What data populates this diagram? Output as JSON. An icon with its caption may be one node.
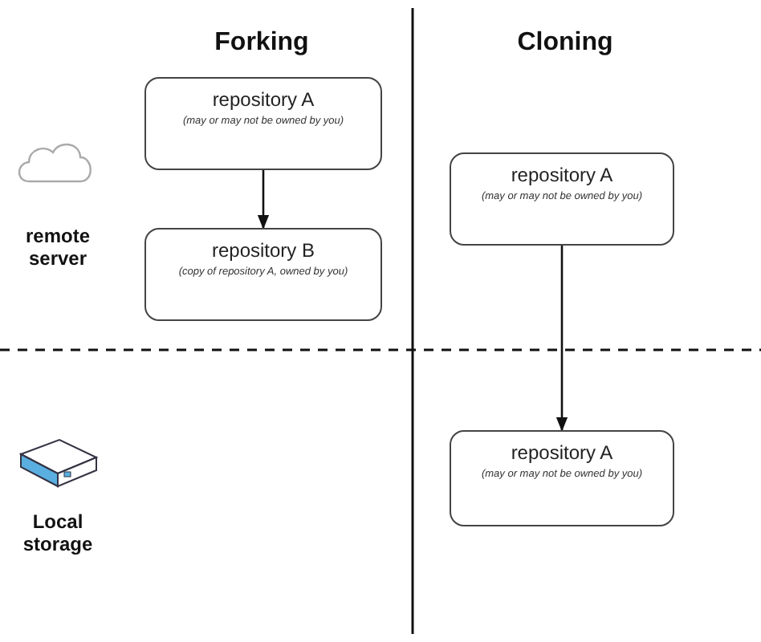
{
  "diagram": {
    "nodes": [
      {
        "text": [
          "repository A",
          "(may or may not be owned by you)"
        ]
      },
      {
        "text": [
          "repository B",
          "(copy of repository A, owned by you)"
        ]
      },
      {
        "text": [
          "repository A",
          "(may or may not be owned by you)"
        ]
      },
      {
        "text": [
          "repository A",
          "(may or may not be owned by you)"
        ]
      }
    ],
    "edges": [
      {
        "from": 0,
        "to": 1,
        "arrow": "to"
      },
      {
        "from": 2,
        "to": 3,
        "arrow": "to"
      }
    ],
    "labels": [
      "Forking",
      "Cloning",
      "remote server",
      "Local storage"
    ]
  }
}
